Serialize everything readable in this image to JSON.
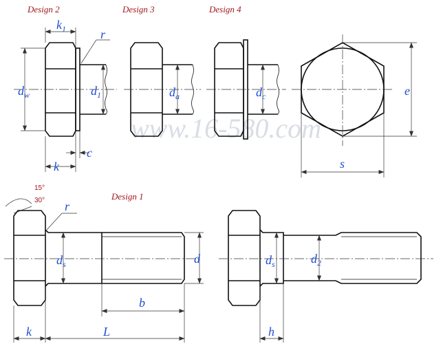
{
  "titles": {
    "design1": "Design 1",
    "design2": "Design 2",
    "design3": "Design 3",
    "design4": "Design 4"
  },
  "watermark": "www.16-580.com",
  "angles": {
    "a15": "15°",
    "a30": "30°"
  },
  "labels": {
    "k": "k",
    "k1_main": "k",
    "k1_sub": "1",
    "r": "r",
    "c": "c",
    "dw_main": "d",
    "dw_sub": "w",
    "d1_main": "d",
    "d1_sub": "1",
    "da_main": "d",
    "da_sub": "a",
    "dc_main": "d",
    "dc_sub": "c",
    "s": "s",
    "e": "e",
    "ds_main": "d",
    "ds_sub": "s",
    "d": "d",
    "b": "b",
    "L": "L",
    "h": "h",
    "d2_main": "d",
    "d2_sub": "2"
  },
  "colors": {
    "label": "#1f4fd1",
    "title": "#a0151b",
    "line": "#111111"
  }
}
